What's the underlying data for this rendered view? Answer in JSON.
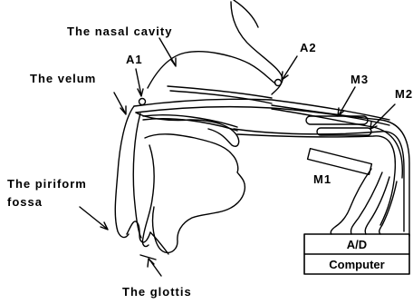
{
  "labels": {
    "nasal_cavity": "The nasal cavity",
    "a1": "A1",
    "a2": "A2",
    "velum": "The velum",
    "m3": "M3",
    "m2": "M2",
    "m1": "M1",
    "piriform_line1": "The piriform",
    "piriform_line2": "fossa",
    "glottis": "The glottis"
  },
  "device": {
    "ad_label": "A/D",
    "computer_label": "Computer"
  },
  "colors": {
    "stroke": "#000000",
    "background": "#ffffff"
  }
}
